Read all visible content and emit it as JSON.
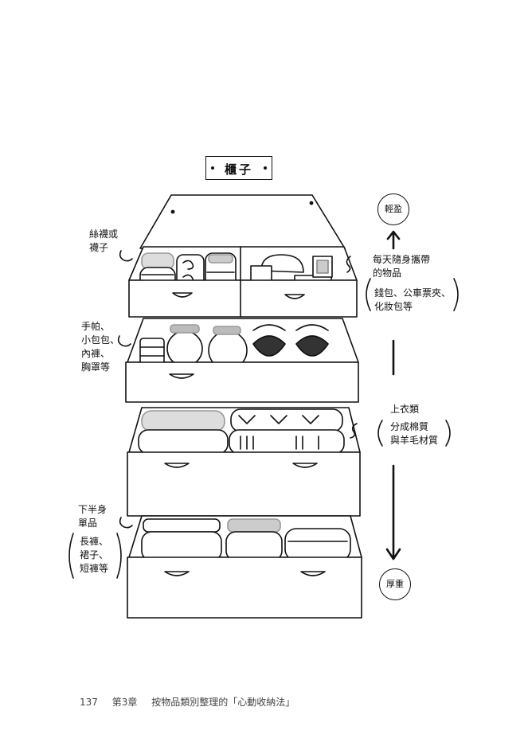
{
  "title": "櫃子",
  "weight_scale": {
    "top": "輕盈",
    "bottom": "厚重"
  },
  "left_notes": {
    "socks": [
      "絲襪或",
      "襪子"
    ],
    "small_items": [
      "手帕、",
      "小包包、",
      "內褲、",
      "胸罩等"
    ],
    "bottoms": [
      "下半身",
      "單品"
    ],
    "bottoms_bracket": [
      "長褲、",
      "裙子、",
      "短褲等"
    ]
  },
  "right_notes": {
    "daily": [
      "每天隨身攜帶",
      "的物品"
    ],
    "daily_bracket": [
      "錢包、公車票夾、",
      "化妝包等"
    ],
    "tops": [
      "上衣類"
    ],
    "tops_bracket": [
      "分成棉質",
      "與羊毛材質"
    ]
  },
  "footer": {
    "page_number": "137",
    "chapter": "第3章",
    "text": "按物品類別整理的「心動收納法」"
  }
}
